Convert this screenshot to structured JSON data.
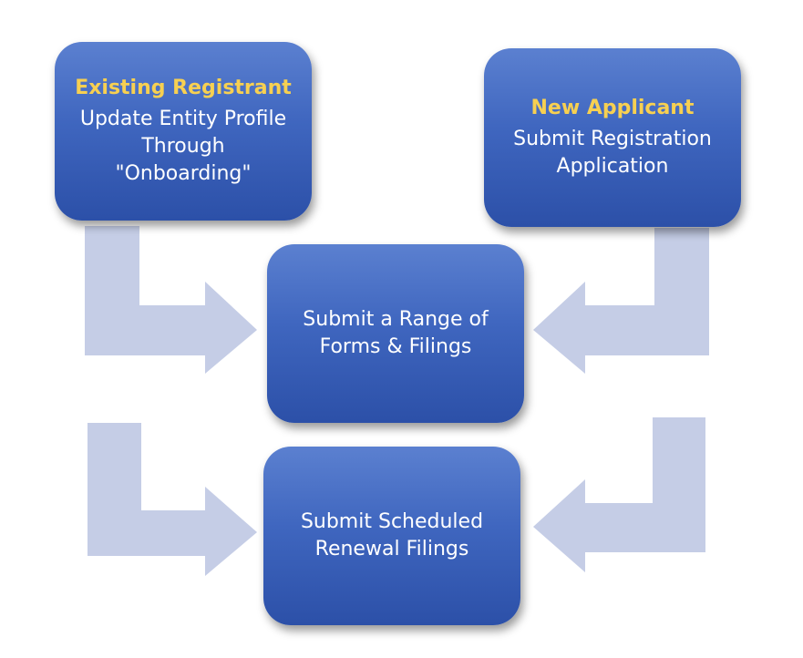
{
  "colors": {
    "box_fill": "#3f66bf",
    "title_text": "#f7d051",
    "body_text": "#ffffff",
    "arrow_fill": "#c5cde6"
  },
  "boxes": {
    "existing": {
      "title": "Existing Registrant",
      "text": "Update Entity Profile\nThrough\n\"Onboarding\""
    },
    "new": {
      "title": "New Applicant",
      "text": "Submit Registration\nApplication"
    },
    "range": {
      "text": "Submit a Range of\nForms & Filings"
    },
    "renewal": {
      "text": "Submit Scheduled\nRenewal Filings"
    }
  },
  "edges": [
    {
      "from": "Existing Registrant",
      "to": "Submit a Range of Forms & Filings"
    },
    {
      "from": "New Applicant",
      "to": "Submit a Range of Forms & Filings"
    },
    {
      "from": "Existing Registrant",
      "to": "Submit Scheduled Renewal Filings"
    },
    {
      "from": "New Applicant",
      "to": "Submit Scheduled Renewal Filings"
    }
  ]
}
